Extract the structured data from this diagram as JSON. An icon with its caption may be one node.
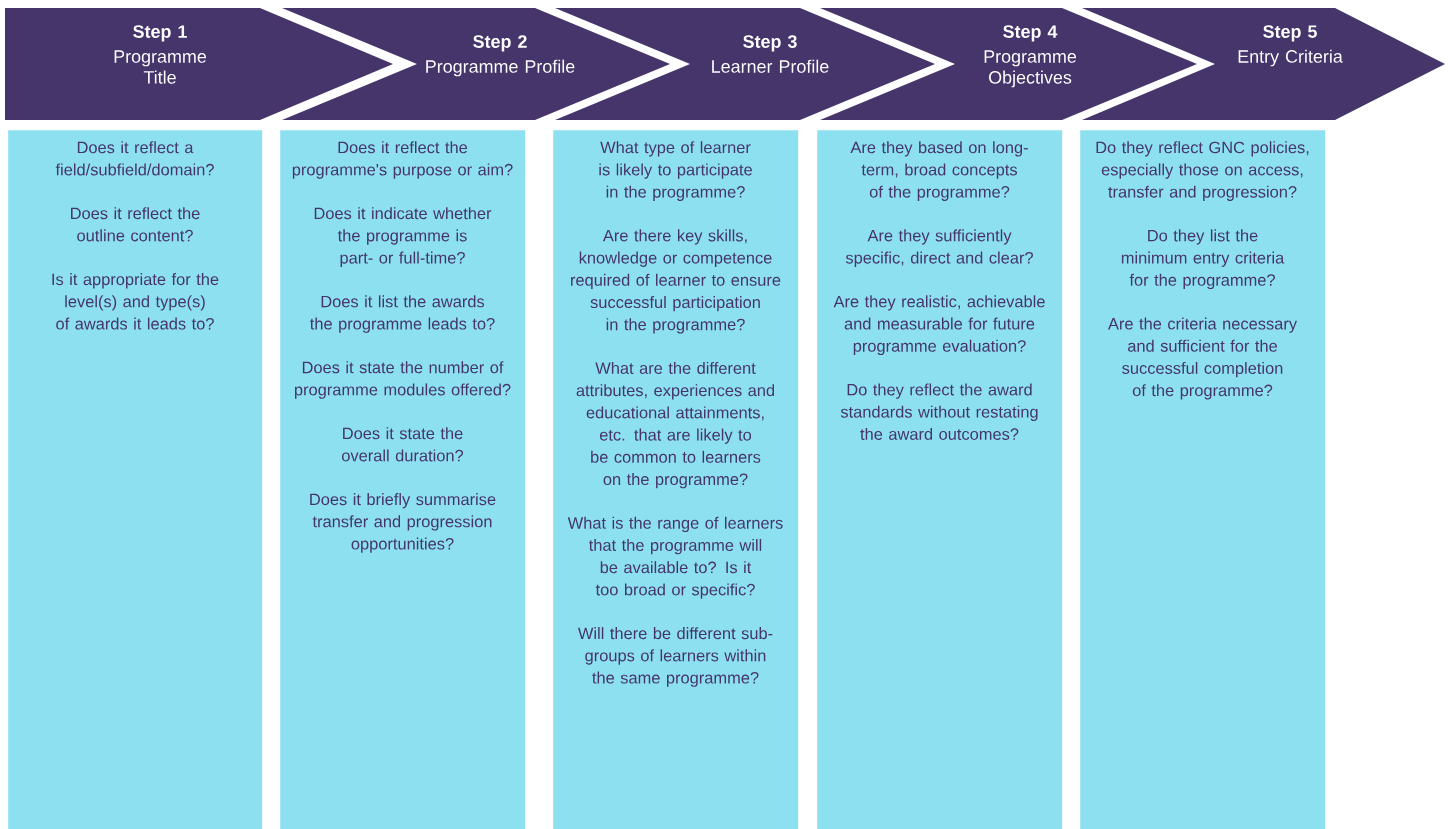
{
  "diagram": {
    "nodes": [
      {
        "text": [
          "Step 1",
          "Programme Title"
        ]
      },
      {
        "text": [
          "Step 2",
          "Programme Profile"
        ]
      },
      {
        "text": [
          "Step 3",
          "Learner Profile"
        ]
      },
      {
        "text": [
          "Step 4",
          "Programme Objectives"
        ]
      },
      {
        "text": [
          "Step 5",
          "Entry Criteria"
        ]
      },
      {
        "text": [
          "Does it reflect a field/subfield/domain?",
          "Does it reflect the outline content?",
          "Is it appropriate for the level(s) and type(s) of awards it leads to?"
        ]
      },
      {
        "text": [
          "Does it reflect the programme's purpose or aim?",
          "Does it indicate whether the programme is part- or full-time?",
          "Does it list the awards the programme leads to?",
          "Does it state the number of programme modules offered?",
          "Does it state the overall duration?",
          "Does it briefly summarise transfer and progression opportunities?"
        ]
      },
      {
        "text": [
          "What type of learner is likely to participate in the programme?",
          "Are there key skills, knowledge or competence required of learner to ensure successful participation in the programme?",
          "What are the different attributes, experiences and educational attainments, etc. that are likely to be common to learners on the programme?",
          "What is the range of learners that the programme will be available to? Is it too broad or specific?",
          "Will there be different sub-groups of learners within the same programme?"
        ]
      },
      {
        "text": [
          "Are they based on long-term, broad concepts of the programme?",
          "Are they sufficiently specific, direct and clear?",
          "Are they realistic, achievable and measurable for future programme evaluation?",
          "Do they reflect the award standards without restating the award outcomes?"
        ]
      },
      {
        "text": [
          "Do they reflect GNC policies, especially those on access, transfer and progression?",
          "Do they list the minimum entry criteria for the programme?",
          "Are the criteria necessary and sufficient for the successful completion of the programme?"
        ]
      }
    ]
  }
}
